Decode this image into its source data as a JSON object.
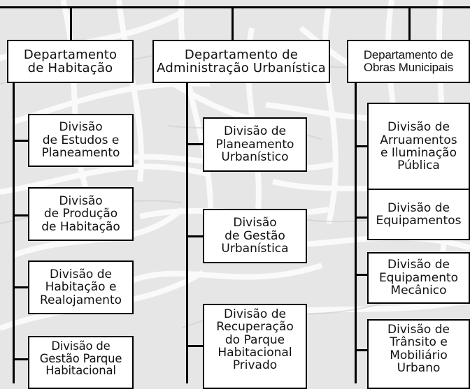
{
  "departments": [
    {
      "label": "Departamento\nde Habitação",
      "divisions": [
        "Divisão\nde Estudos e\nPlaneamento",
        "Divisão\nde Produção\nde Habitação",
        "Divisão de\nHabitação e\nRealojamento",
        "Divisão de\nGestão Parque\nHabitacional"
      ]
    },
    {
      "label": "Departamento de\nAdministração Urbanística",
      "divisions": [
        "Divisão de\nPlaneamento\nUrbanístico",
        "Divisão\nde Gestão\nUrbanística",
        "Divisão de\nRecuperação\ndo Parque\nHabitacional\nPrivado"
      ]
    },
    {
      "label": "Departamento de\nObras Municipais",
      "divisions": [
        "Divisão de\nArruamentos\ne Iluminação\nPública",
        "Divisão de\nEquipamentos",
        "Divisão de\nEquipamento\nMecânico",
        "Divisão de\nTrânsito e\nMobiliário\nUrbano"
      ]
    }
  ]
}
